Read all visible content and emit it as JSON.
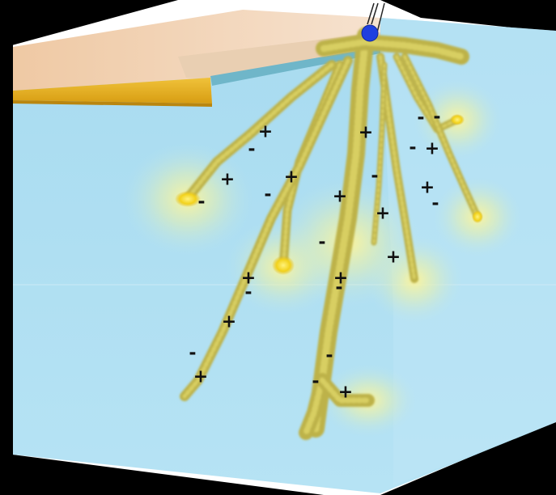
{
  "colors": {
    "medium": "#aee0f2",
    "medium_dark": "#8fd0ea",
    "channel": "#bdb24a",
    "channel_light": "#d8cf62",
    "hot_tip": "#f2df1f",
    "electrode": "#1f3fe0",
    "plate": "#e8b21c",
    "glow": "#fff7b0"
  },
  "charges": [
    {
      "id": "c01",
      "symbol": "+"
    },
    {
      "id": "c02",
      "symbol": "-"
    },
    {
      "id": "c03",
      "symbol": "+"
    },
    {
      "id": "c04",
      "symbol": "-"
    },
    {
      "id": "c05",
      "symbol": "+"
    },
    {
      "id": "c06",
      "symbol": "-"
    },
    {
      "id": "c07",
      "symbol": "+"
    },
    {
      "id": "c08",
      "symbol": "-"
    },
    {
      "id": "c09",
      "symbol": "+"
    },
    {
      "id": "c10",
      "symbol": "+"
    },
    {
      "id": "c11",
      "symbol": "-"
    },
    {
      "id": "c12",
      "symbol": "-"
    },
    {
      "id": "c13",
      "symbol": "+"
    },
    {
      "id": "c14",
      "symbol": "-"
    },
    {
      "id": "c15",
      "symbol": "+"
    },
    {
      "id": "c16",
      "symbol": "-"
    },
    {
      "id": "c17",
      "symbol": "+"
    },
    {
      "id": "c18",
      "symbol": "-"
    },
    {
      "id": "c19",
      "symbol": "+"
    },
    {
      "id": "c20",
      "symbol": "-"
    },
    {
      "id": "c21",
      "symbol": "+"
    },
    {
      "id": "c22",
      "symbol": "-"
    },
    {
      "id": "c23",
      "symbol": "+"
    },
    {
      "id": "c24",
      "symbol": "+"
    },
    {
      "id": "c25",
      "symbol": "-"
    },
    {
      "id": "c26",
      "symbol": "-"
    },
    {
      "id": "c27",
      "symbol": "+"
    },
    {
      "id": "c28",
      "symbol": "-"
    }
  ]
}
